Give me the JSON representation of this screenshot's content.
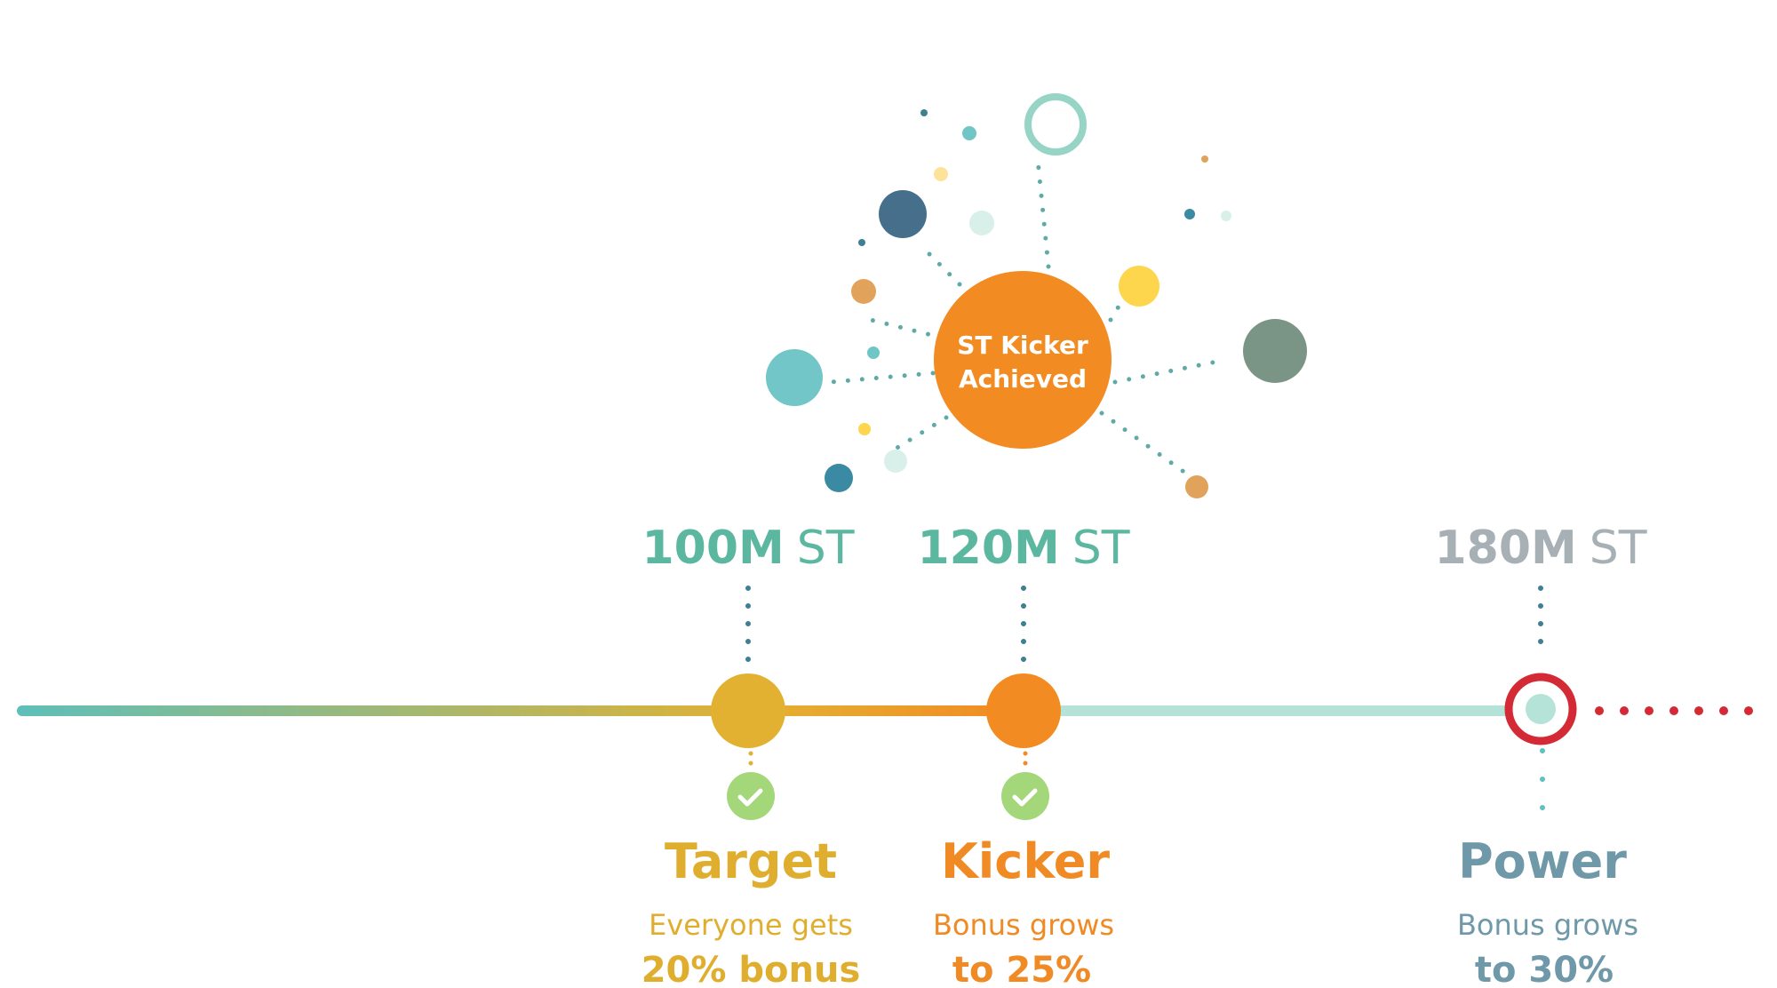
{
  "burst": {
    "center_label_line1": "ST Kicker",
    "center_label_line2": "Achieved",
    "center_color": "#f28b22"
  },
  "milestones": [
    {
      "amount": "100M",
      "unit": "ST",
      "name": "Target",
      "desc_line1": "Everyone gets",
      "desc_line2": "20% bonus",
      "amount_color": "#5cb7a0",
      "unit_color": "#5cb7a0",
      "name_color": "#e0ae2e",
      "node_color": "#e3b132",
      "achieved": true
    },
    {
      "amount": "120M",
      "unit": "ST",
      "name": "Kicker",
      "desc_line1": "Bonus grows",
      "desc_line2": "to 25%",
      "amount_color": "#5cb7a0",
      "unit_color": "#5cb7a0",
      "name_color": "#ef8a24",
      "node_color": "#f28b22",
      "achieved": true
    },
    {
      "amount": "180M",
      "unit": "ST",
      "name": "Power",
      "desc_line1": "Bonus grows",
      "desc_line2": "to 30%",
      "amount_color": "#a6b0b5",
      "unit_color": "#a6b0b5",
      "name_color": "#6f98a8",
      "node_color": "#b5e3d7",
      "achieved": false
    }
  ],
  "colors": {
    "track_start": "#5fbfb8",
    "track_mid": "#e3b132",
    "track_orange": "#f28b22",
    "track_future": "#b5e3d7",
    "current_ring": "#d42a35",
    "check_bg": "#a3d77a",
    "dots": "#5fa9a8"
  }
}
